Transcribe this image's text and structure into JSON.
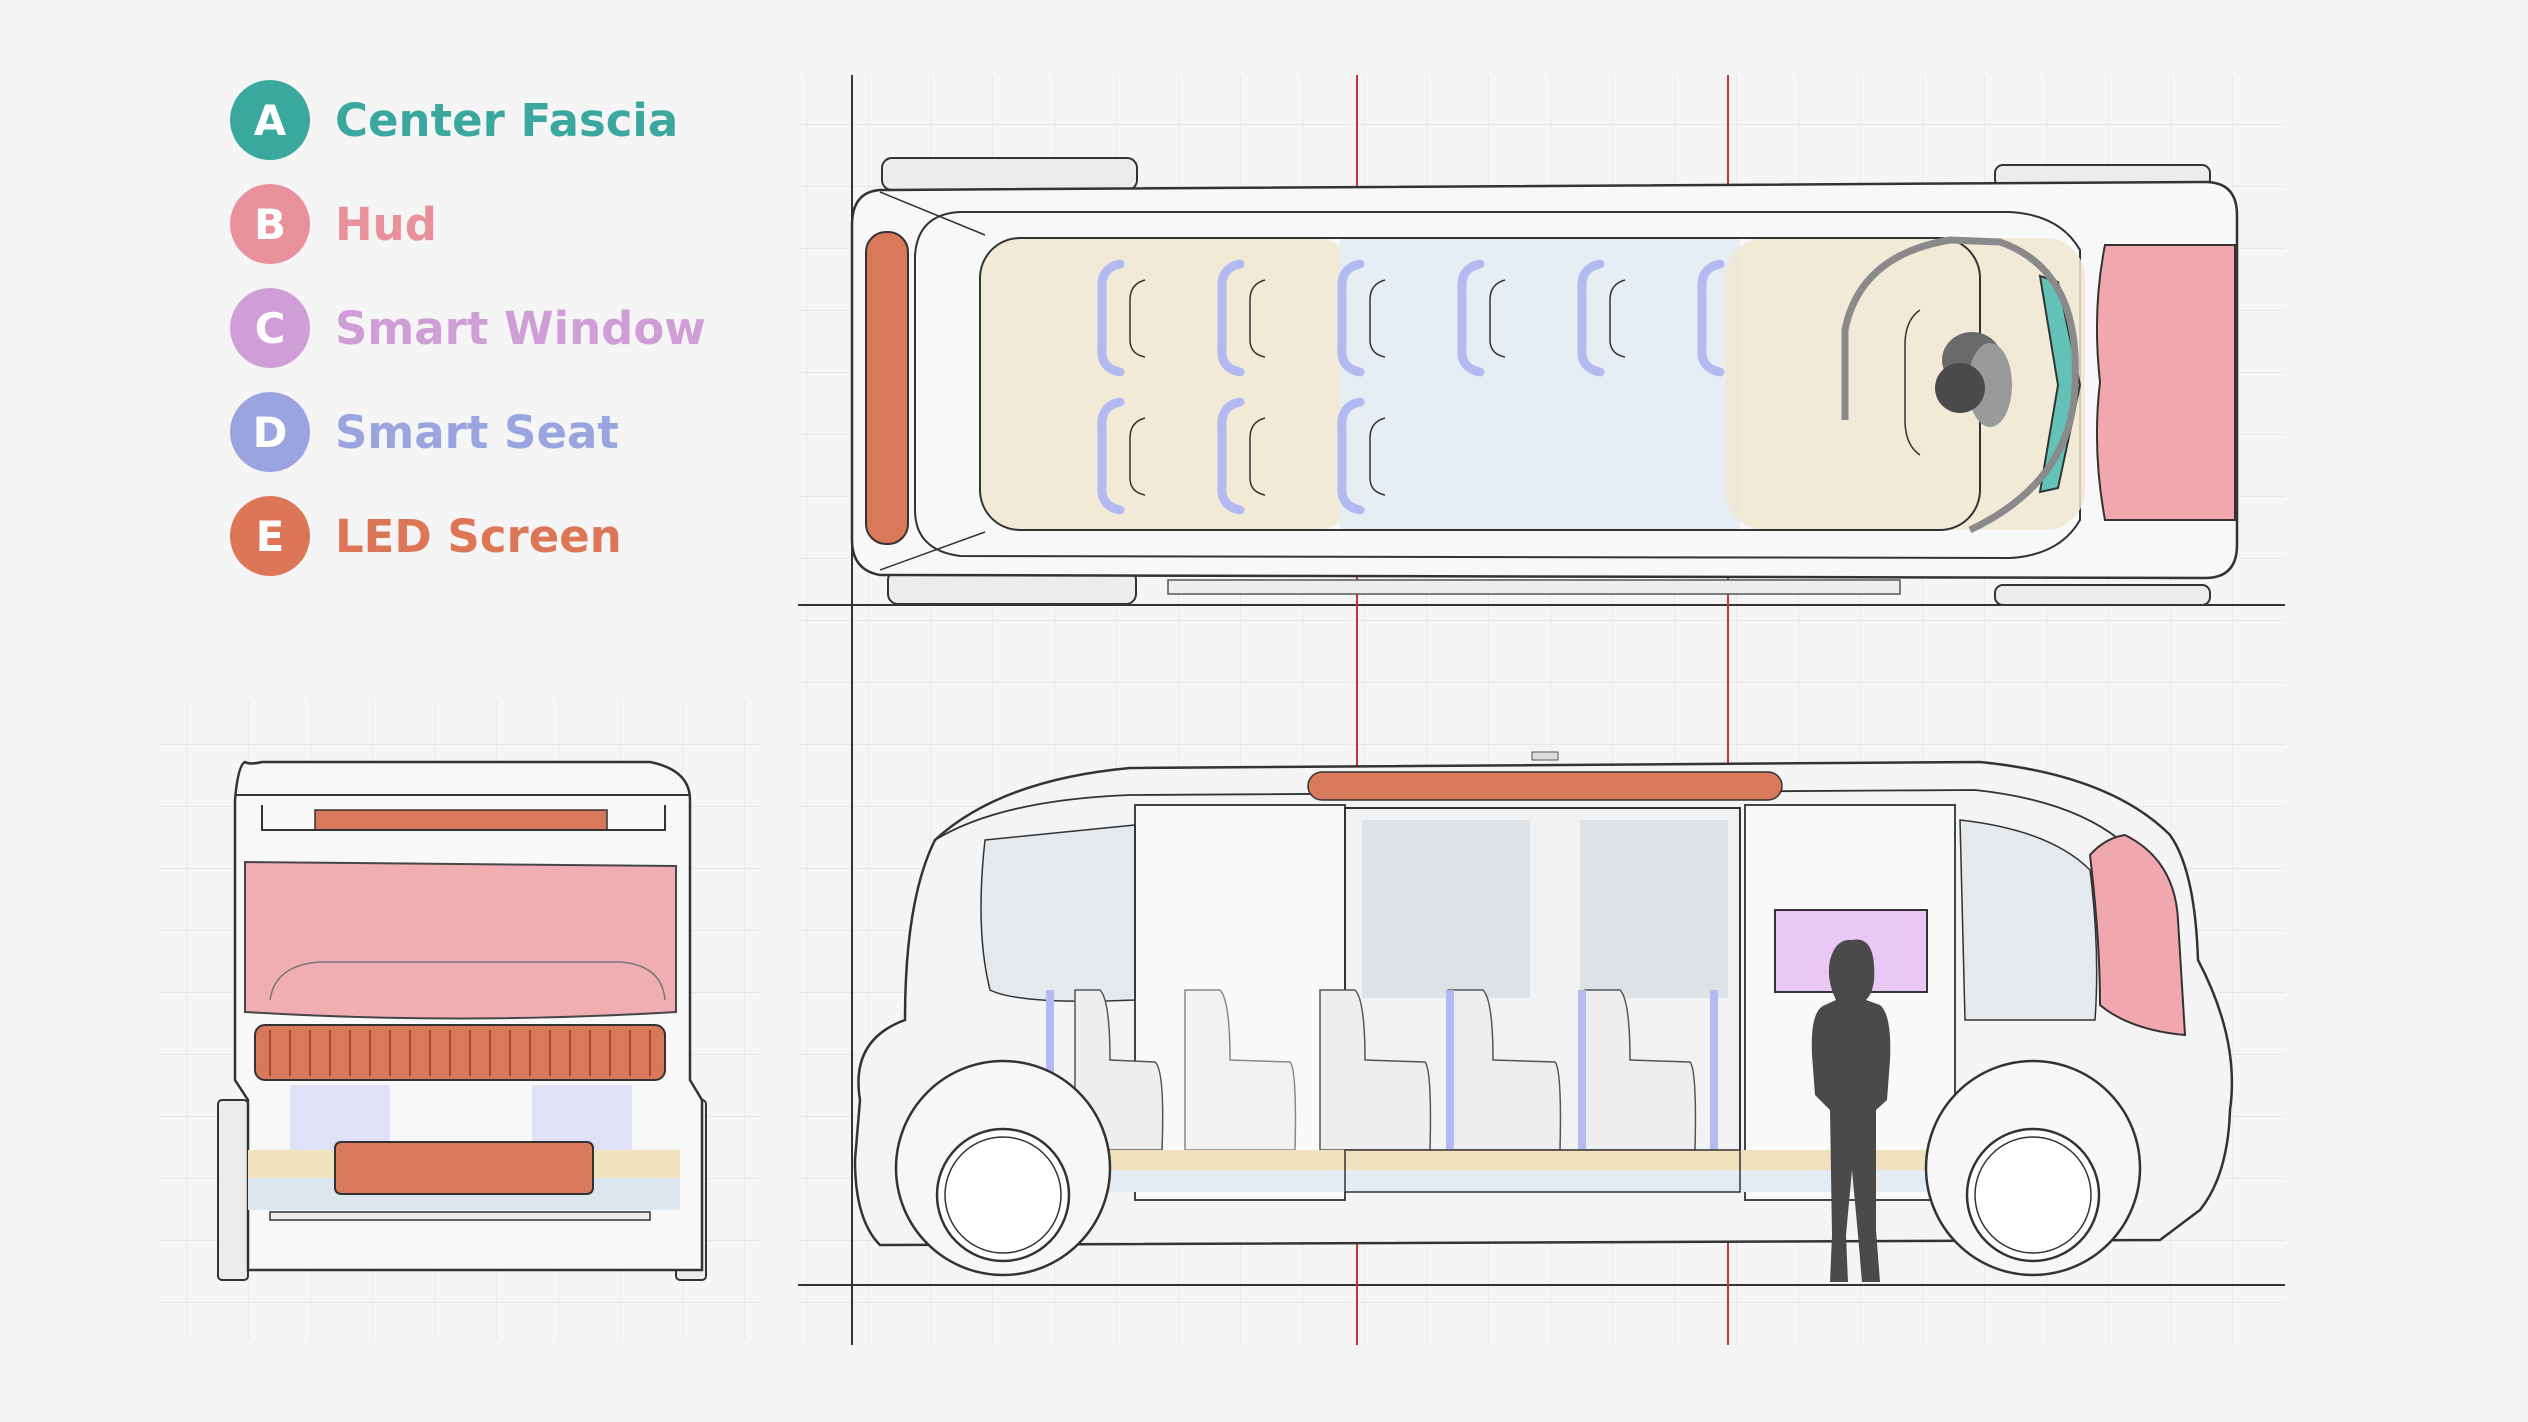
{
  "legend": [
    {
      "letter": "A",
      "label": "Center Fascia",
      "color": "#3aa89e"
    },
    {
      "letter": "B",
      "label": "Hud",
      "color": "#e8919a"
    },
    {
      "letter": "C",
      "label": "Smart Window",
      "color": "#cf9ed6"
    },
    {
      "letter": "D",
      "label": "Smart Seat",
      "color": "#9aa5e0"
    },
    {
      "letter": "E",
      "label": "LED Screen",
      "color": "#dd7656"
    }
  ],
  "colors": {
    "grid": "#e3e3e3",
    "outline": "#333333",
    "reference_line": "#c83232",
    "cabin_zone": "#efe7d0",
    "window_zone": "#e6eef4",
    "hud_fill": "#f0a7ad",
    "led_fill": "#d9795c",
    "fascia_fill": "#62c2b8",
    "smart_window_fill": "#eac8f5",
    "seat_outline": "#b3b9f1",
    "person": "#4a4a4a"
  }
}
